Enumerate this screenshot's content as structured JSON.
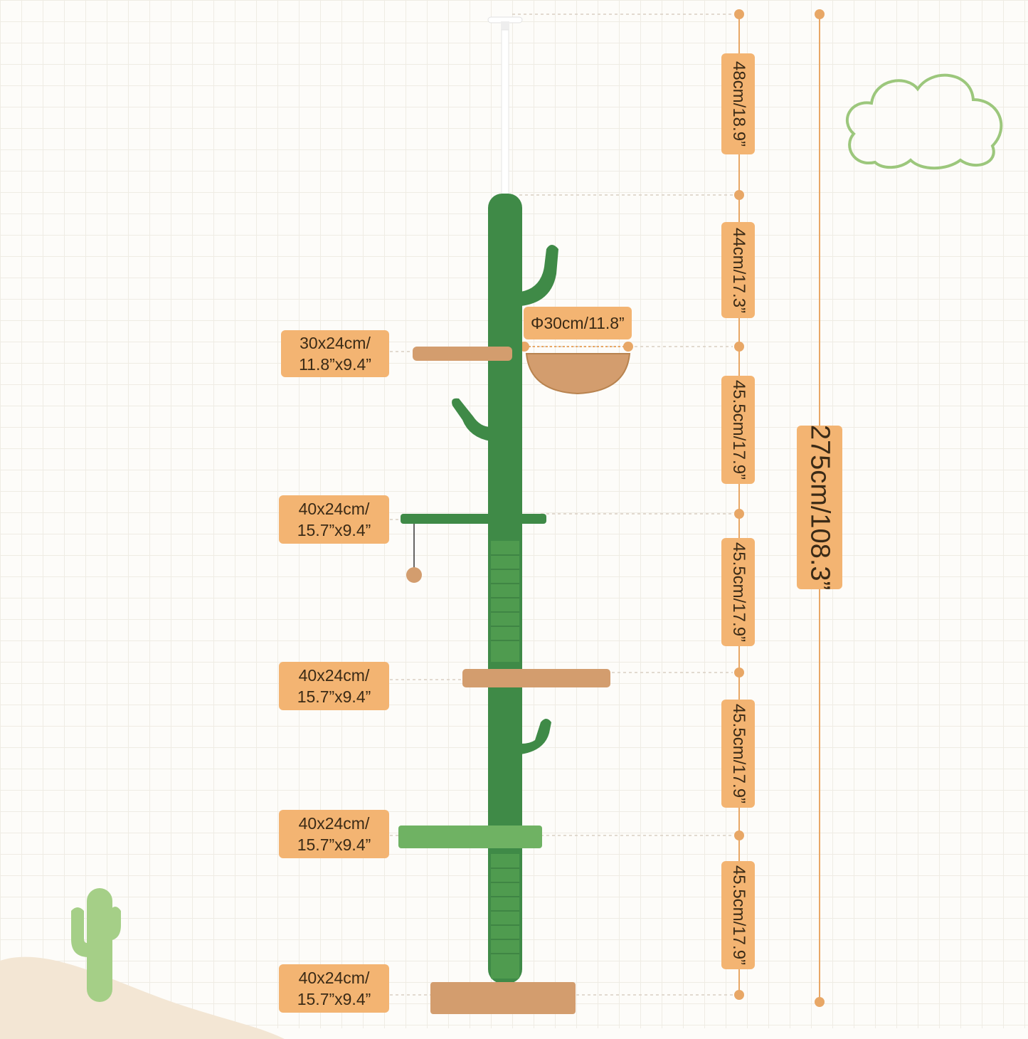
{
  "segments": [
    {
      "label": "48cm/18.9”"
    },
    {
      "label": "44cm/17.3”"
    },
    {
      "label": "45.5cm/17.9”"
    },
    {
      "label": "45.5cm/17.9”"
    },
    {
      "label": "45.5cm/17.9”"
    },
    {
      "label": "45.5cm/17.9”"
    }
  ],
  "total_height": "275cm/108.3”",
  "basket_diameter": "Φ30cm/11.8”",
  "platforms": [
    {
      "line1": "30x24cm/",
      "line2": "11.8”x9.4”"
    },
    {
      "line1": "40x24cm/",
      "line2": "15.7”x9.4”"
    },
    {
      "line1": "40x24cm/",
      "line2": "15.7”x9.4”"
    },
    {
      "line1": "40x24cm/",
      "line2": "15.7”x9.4”"
    },
    {
      "line1": "40x24cm/",
      "line2": "15.7”x9.4”"
    }
  ],
  "colors": {
    "label_bg": "#f3b472",
    "cactus_green": "#3f8a47",
    "plush_tan": "#d39d6e",
    "accent_line": "#e8a766",
    "cloud_outline": "#9cc77c",
    "deco_cactus": "#a5cf87"
  }
}
